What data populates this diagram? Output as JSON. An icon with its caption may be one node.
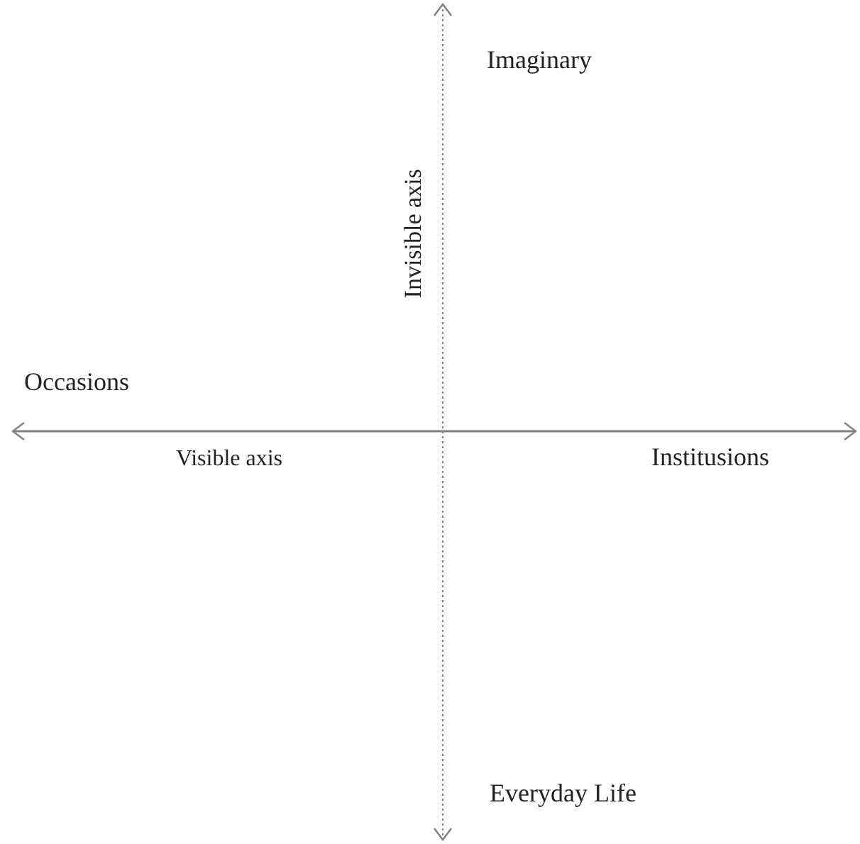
{
  "diagram": {
    "labels": [
      "Imaginary",
      "Invisible axis",
      "Occasions",
      "Visible axis",
      "Institusions",
      "Everyday Life"
    ]
  }
}
